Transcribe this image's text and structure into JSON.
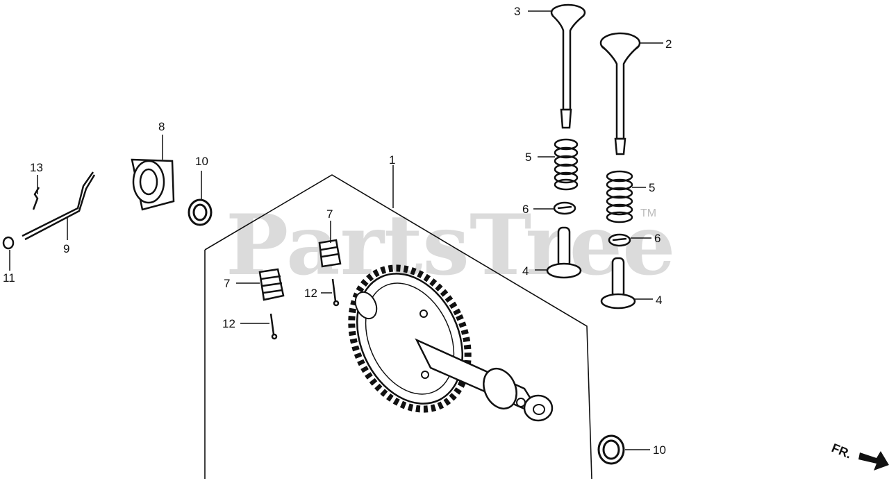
{
  "watermark": {
    "text": "PartsTree",
    "trademark": "TM"
  },
  "direction_marker": {
    "text": "FR.",
    "icon": "arrow-icon"
  },
  "callouts": [
    {
      "id": "c-1",
      "text": "1"
    },
    {
      "id": "c-2",
      "text": "2"
    },
    {
      "id": "c-3",
      "text": "3"
    },
    {
      "id": "c-4a",
      "text": "4"
    },
    {
      "id": "c-4b",
      "text": "4"
    },
    {
      "id": "c-5a",
      "text": "5"
    },
    {
      "id": "c-5b",
      "text": "5"
    },
    {
      "id": "c-6a",
      "text": "6"
    },
    {
      "id": "c-6b",
      "text": "6"
    },
    {
      "id": "c-7a",
      "text": "7"
    },
    {
      "id": "c-7b",
      "text": "7"
    },
    {
      "id": "c-8",
      "text": "8"
    },
    {
      "id": "c-9",
      "text": "9"
    },
    {
      "id": "c-10a",
      "text": "10"
    },
    {
      "id": "c-10b",
      "text": "10"
    },
    {
      "id": "c-11",
      "text": "11"
    },
    {
      "id": "c-12a",
      "text": "12"
    },
    {
      "id": "c-12b",
      "text": "12"
    },
    {
      "id": "c-13",
      "text": "13"
    }
  ]
}
